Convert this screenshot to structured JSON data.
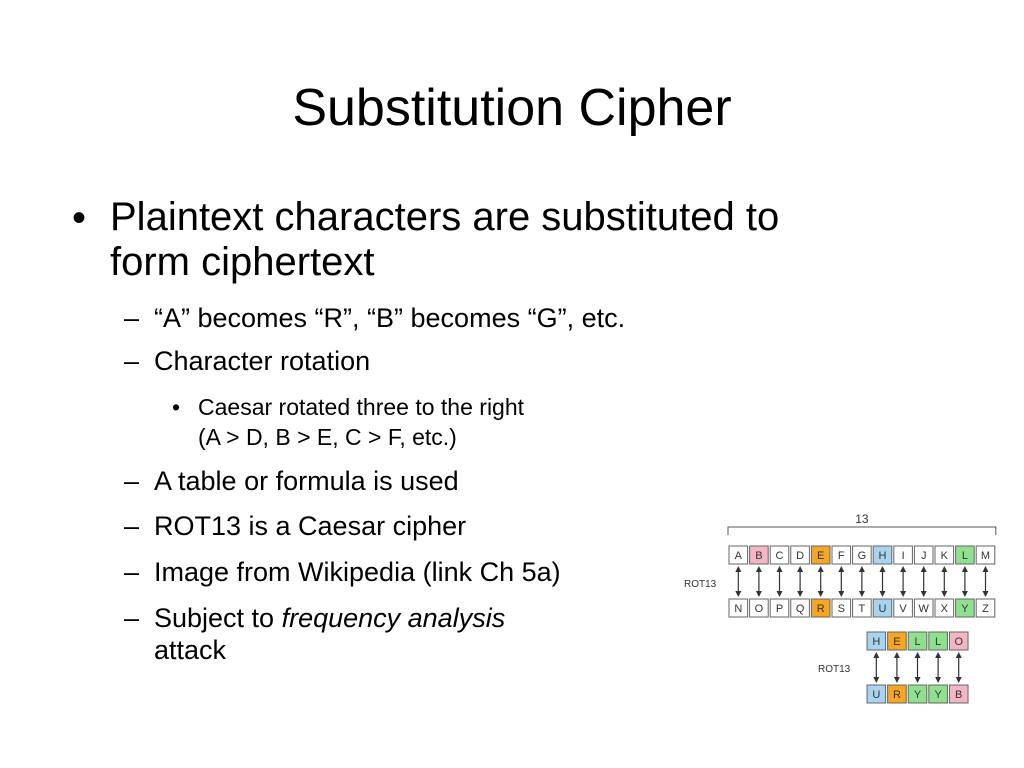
{
  "title": "Substitution Cipher",
  "bullet1": {
    "line1": "Plaintext characters are substituted to",
    "line2": "form ciphertext"
  },
  "subitems": {
    "example": "“A” becomes “R”, “B” becomes “G”, etc.",
    "rotation": "Character rotation",
    "caesar_line1": "Caesar rotated three to the right",
    "caesar_line2": "(A > D, B > E, C > F, etc.)",
    "table": "A table or formula is used",
    "rot13": "ROT13 is a Caesar cipher",
    "image": "Image from Wikipedia (link Ch 5a)",
    "subject_prefix": "Subject to ",
    "subject_emphasis": "frequency analysis",
    "subject_line2": "attack"
  },
  "rot13_figure": {
    "shift_label": "13",
    "rot_label": "ROT13",
    "top_row": [
      "A",
      "B",
      "C",
      "D",
      "E",
      "F",
      "G",
      "H",
      "I",
      "J",
      "K",
      "L",
      "M"
    ],
    "bottom_row": [
      "N",
      "O",
      "P",
      "Q",
      "R",
      "S",
      "T",
      "U",
      "V",
      "W",
      "X",
      "Y",
      "Z"
    ],
    "word_plain": [
      "H",
      "E",
      "L",
      "L",
      "O"
    ],
    "word_cipher": [
      "U",
      "R",
      "Y",
      "Y",
      "B"
    ],
    "colors": {
      "pink": "#f4b6c2",
      "orange": "#f5a623",
      "blue": "#a8d4f0",
      "green": "#8fe08f",
      "white": "#ffffff"
    },
    "top_colors": [
      "white",
      "pink",
      "white",
      "white",
      "orange",
      "white",
      "white",
      "blue",
      "white",
      "white",
      "white",
      "green",
      "white"
    ],
    "bottom_colors": [
      "white",
      "white",
      "white",
      "white",
      "orange",
      "white",
      "white",
      "blue",
      "white",
      "white",
      "white",
      "green",
      "white"
    ],
    "plain_colors": [
      "blue",
      "orange",
      "green",
      "green",
      "pink"
    ],
    "cipher_colors": [
      "blue",
      "orange",
      "green",
      "green",
      "pink"
    ]
  }
}
